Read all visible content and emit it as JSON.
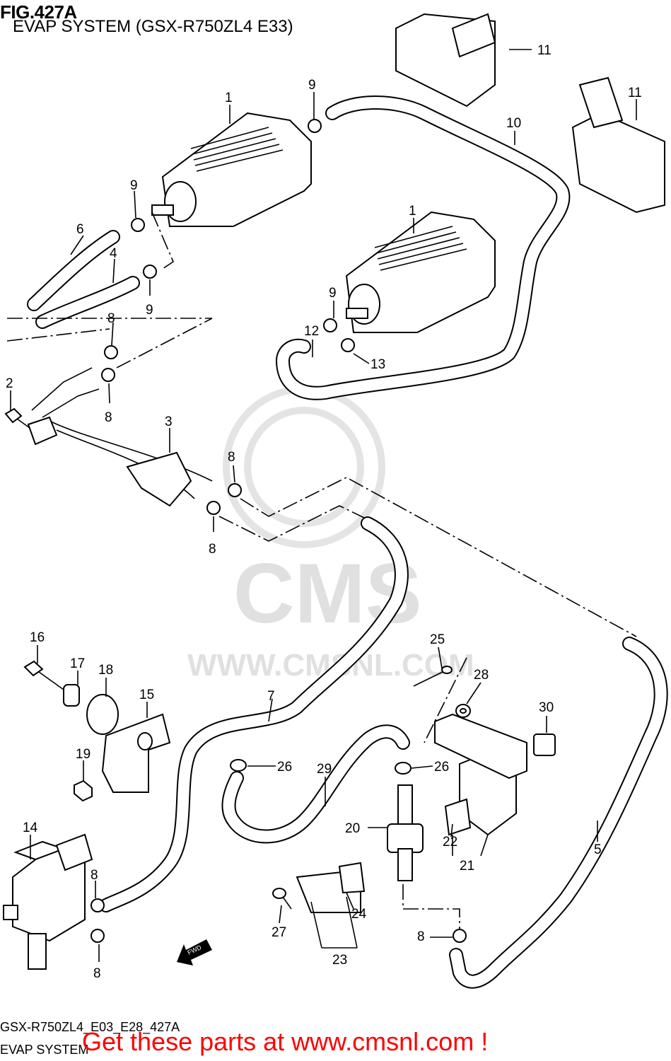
{
  "header": {
    "fig_title": "FIG.427A",
    "subtitle": "EVAP SYSTEM (GSX-R750ZL4 E33)"
  },
  "footer": {
    "code": "GSX-R750ZL4_E03_E28_427A",
    "name": "EVAP SYSTEM",
    "promo": "Get these parts at www.cmsnl.com !",
    "promo_color": "#ff0000"
  },
  "watermark": {
    "brand": "CMS",
    "url": "WWW.CMSNL.COM"
  },
  "fwd_arrow": {
    "label": "FWD"
  },
  "callouts": [
    "1",
    "1",
    "2",
    "3",
    "4",
    "5",
    "6",
    "7",
    "8",
    "8",
    "8",
    "8",
    "8",
    "8",
    "8",
    "9",
    "9",
    "9",
    "9",
    "10",
    "11",
    "11",
    "12",
    "13",
    "14",
    "15",
    "16",
    "17",
    "18",
    "19",
    "20",
    "21",
    "22",
    "23",
    "24",
    "25",
    "26",
    "26",
    "27",
    "28",
    "29",
    "30"
  ]
}
